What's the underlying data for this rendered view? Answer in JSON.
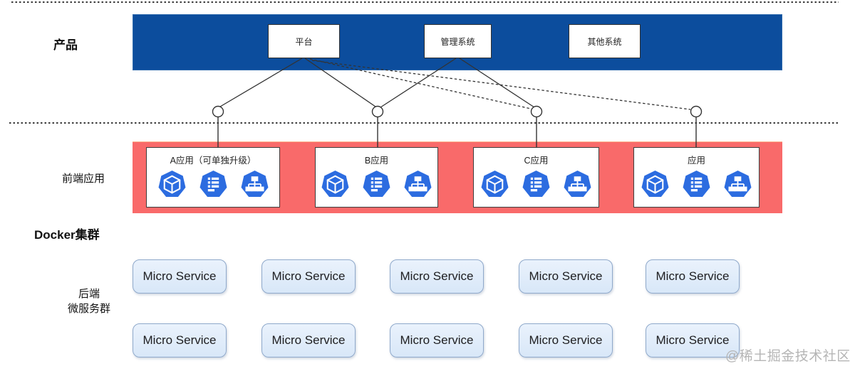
{
  "diagram": {
    "row_labels": {
      "product": "产品",
      "frontend": "前端应用",
      "docker_cluster": "Docker集群",
      "backend_line1": "后端",
      "backend_line2": "微服务群"
    },
    "product_layer": {
      "items": [
        "平台",
        "管理系统",
        "其他系统"
      ]
    },
    "frontend_layer": {
      "apps": [
        {
          "title": "A应用（可单独升级）"
        },
        {
          "title": "B应用"
        },
        {
          "title": "C应用"
        },
        {
          "title": "应用"
        }
      ],
      "app_icons": [
        "cube-icon",
        "list-icon",
        "hierarchy-icon"
      ]
    },
    "backend_layer": {
      "service_label": "Micro Service",
      "rows": 2,
      "cols": 5
    },
    "watermark": "@稀土掘金技术社区"
  },
  "colors": {
    "banner_blue": "#0c4d9d",
    "band_red": "#f96a6a",
    "icon_blue": "#2c6ce0",
    "microservice_fill": "#dce9f8",
    "microservice_border": "#8fa9cb",
    "line_dark": "#333333"
  }
}
